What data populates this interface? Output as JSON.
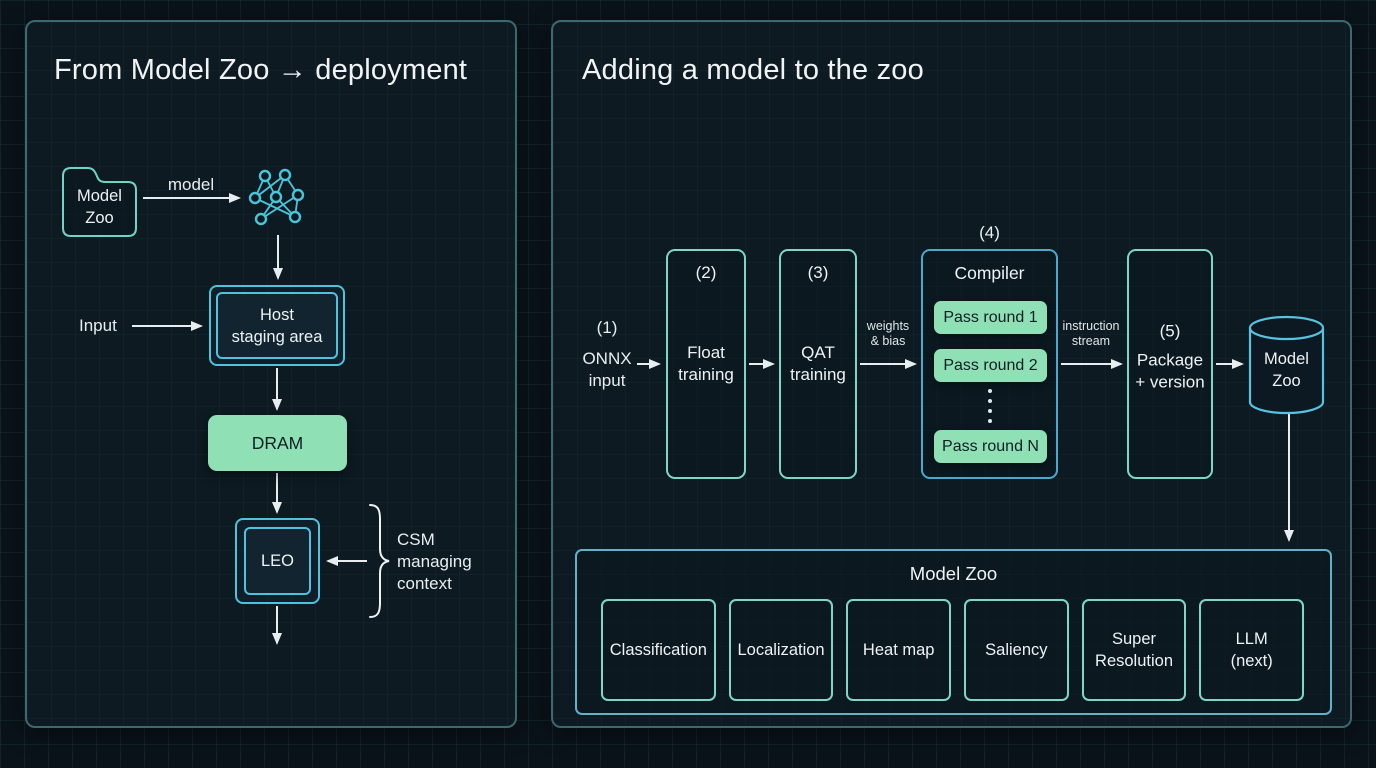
{
  "left_panel": {
    "title": "From Model Zoo → deployment",
    "model_zoo_folder": "Model\nZoo",
    "model_arrow_label": "model",
    "input_label": "Input",
    "host_staging_label": "Host\nstaging area",
    "dram_label": "DRAM",
    "leo_label": "LEO",
    "csm_note": "CSM\nmanaging\ncontext"
  },
  "right_panel": {
    "title": "Adding a model to the zoo",
    "step1": {
      "num": "(1)",
      "label": "ONNX\ninput"
    },
    "step2": {
      "num": "(2)",
      "label": "Float\ntraining"
    },
    "step3": {
      "num": "(3)",
      "label": "QAT\ntraining"
    },
    "weights_arrow_label": "weights\n& bias",
    "step4": {
      "num": "(4)",
      "title": "Compiler",
      "passes": [
        "Pass round 1",
        "Pass round 2",
        "Pass round N"
      ]
    },
    "instruction_arrow_label": "instruction\nstream",
    "step5": {
      "num": "(5)",
      "label": "Package\n+ version"
    },
    "model_zoo_db_label": "Model\nZoo",
    "zoo": {
      "title": "Model Zoo",
      "items": [
        "Classification",
        "Localization",
        "Heat map",
        "Saliency",
        "Super\nResolution",
        "LLM\n(next)"
      ]
    }
  },
  "colors": {
    "background": "#0a131a",
    "panel_background": "#0d1a22",
    "panel_border": "#3c686f",
    "teal_border": "#7ed7c4",
    "cyan_border": "#4fc3dd",
    "blue_border": "#4aa9cc",
    "green_fill": "#90e0b5",
    "arrow": "#e8edef",
    "text": "#eef2f4",
    "dark_text": "#0e2026"
  }
}
